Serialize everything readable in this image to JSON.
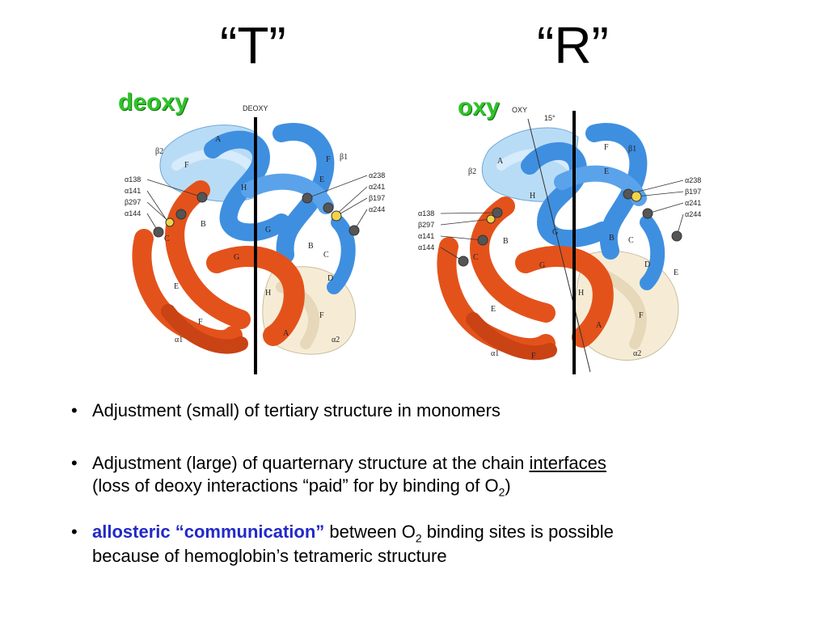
{
  "titles": {
    "t": "“T”",
    "r": "“R”"
  },
  "state_labels": {
    "deoxy": "deoxy",
    "oxy": "oxy"
  },
  "diagram_t": {
    "header": "DEOXY",
    "helix_labels": [
      "A",
      "F",
      "E",
      "H",
      "G",
      "B",
      "C",
      "D",
      "C",
      "B",
      "G",
      "E",
      "H",
      "A",
      "F"
    ],
    "subunit_labels": [
      "β2",
      "β1",
      "α1",
      "α2"
    ],
    "left_residues": [
      "α138",
      "α141",
      "β297",
      "α144"
    ],
    "right_residues": [
      "α238",
      "α241",
      "β197",
      "α244"
    ]
  },
  "diagram_r": {
    "header": "OXY",
    "angle": "15°",
    "helix_labels": [
      "A",
      "F",
      "E",
      "H",
      "G",
      "B",
      "C",
      "D",
      "B",
      "G",
      "C",
      "E",
      "H",
      "A",
      "F",
      "E"
    ],
    "subunit_labels": [
      "β2",
      "β1",
      "α1",
      "α2"
    ],
    "left_residues": [
      "α138",
      "β297",
      "α141",
      "α144"
    ],
    "right_residues": [
      "α238",
      "β197",
      "α241",
      "α244"
    ]
  },
  "bullets": {
    "b1": "Adjustment (small) of tertiary structure in monomers",
    "b2_text": "Adjustment (large) of quarternary structure at the chain ",
    "b2_underlined": "interfaces",
    "b2_line2_a": "(loss of deoxy interactions ",
    "b2_quote_open": "“",
    "b2_paid": "paid",
    "b2_quote_close": "”",
    "b2_line2_b": " for by binding of O",
    "b2_sub": "2",
    "b2_end": ")",
    "b3_bold1": "allosteric ",
    "b3_bold2": "“communication”",
    "b3_text_a": " between O",
    "b3_sub": "2",
    "b3_text_b": " binding sites is possible",
    "b3_line2": "because of hemoglobin’s tetrameric structure",
    "marker": "•"
  },
  "colors": {
    "orange": "#e4521b",
    "blue": "#3f8fe0",
    "lightblue": "#b9dcf6",
    "cream": "#f6ecd6",
    "green": "#2fc42a",
    "emphasis": "#2229c9"
  }
}
